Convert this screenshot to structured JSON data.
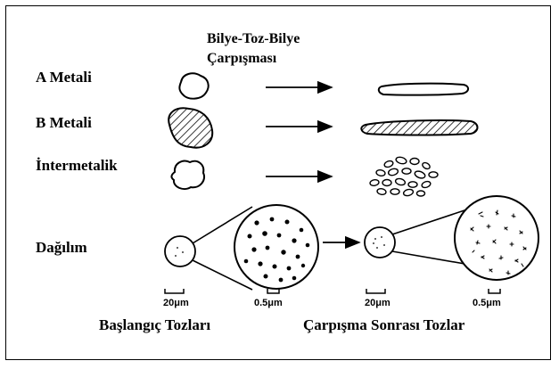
{
  "title_line1": "Bilye-Toz-Bilye",
  "title_line2": "Çarpışması",
  "rows": {
    "a": "A Metali",
    "b": "B Metali",
    "c": "İntermetalik",
    "d": "Dağılım"
  },
  "scales": {
    "s1": "20μm",
    "s2": "0.5μm",
    "s3": "20μm",
    "s4": "0.5μm"
  },
  "captions": {
    "left": "Başlangıç Tozları",
    "right": "Çarpışma Sonrası Tozlar"
  }
}
